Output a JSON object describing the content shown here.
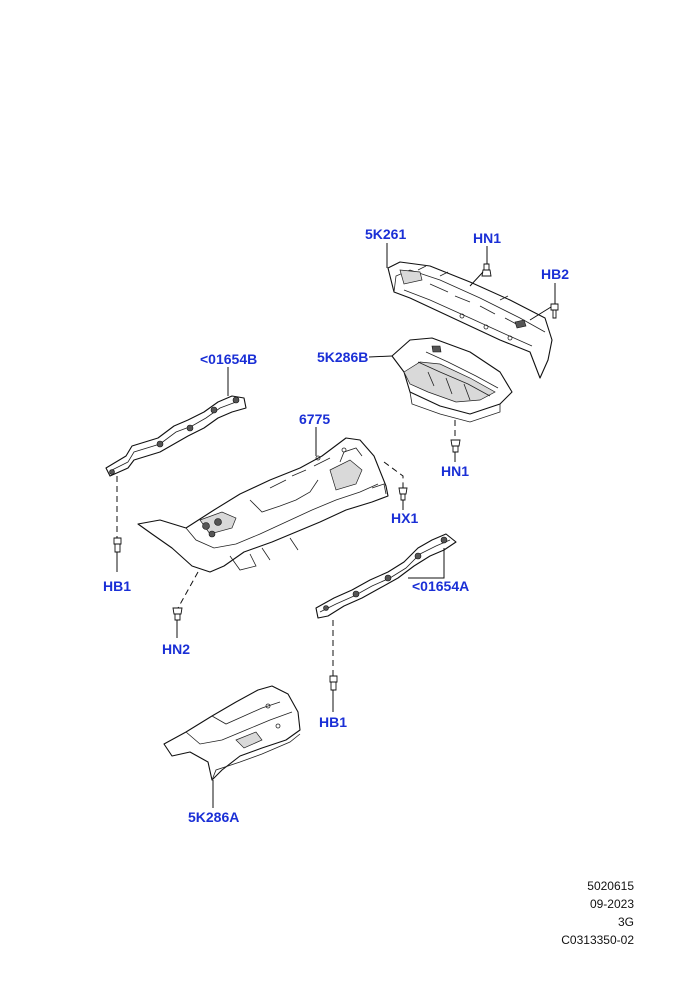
{
  "callouts": {
    "shield_5k261": "5K261",
    "nut_hn1_top": "HN1",
    "bolt_hb2": "HB2",
    "shield_5k286b": "5K286B",
    "nut_hn1_mid": "HN1",
    "bracket_01654b": "<01654B",
    "shield_6775": "6775",
    "fastener_hx1": "HX1",
    "bolt_hb1_left": "HB1",
    "nut_hn2": "HN2",
    "bracket_01654a": "<01654A",
    "bolt_hb1_right": "HB1",
    "shield_5k286a": "5K286A"
  },
  "footer": {
    "line1": "5020615",
    "line2": "09-2023",
    "line3": "3G",
    "line4": "C0313350-02"
  }
}
